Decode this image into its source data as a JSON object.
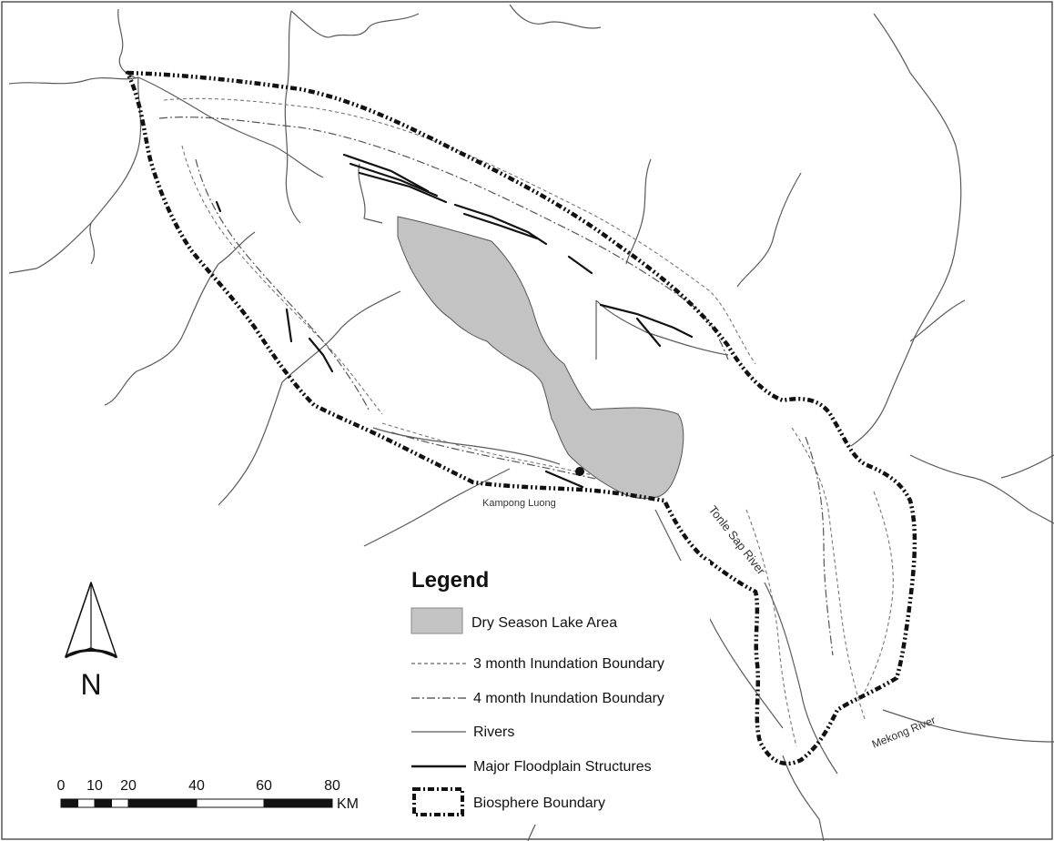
{
  "legend": {
    "title": "Legend",
    "items": [
      {
        "label": "Dry Season Lake Area",
        "symbol": "grey-fill"
      },
      {
        "label": "3 month Inundation Boundary",
        "symbol": "dotted-line"
      },
      {
        "label": "4 month Inundation Boundary",
        "symbol": "dash-dot-line"
      },
      {
        "label": "Rivers",
        "symbol": "thin-line"
      },
      {
        "label": "Major Floodplain Structures",
        "symbol": "thick-line"
      },
      {
        "label": "Biosphere Boundary",
        "symbol": "dash-dot-box"
      }
    ]
  },
  "place_labels": {
    "town": "Kampong Luong",
    "tonle_sap_river": "Tonle Sap River",
    "mekong_river": "Mekong River"
  },
  "north_arrow": {
    "label": "N"
  },
  "scale_bar": {
    "ticks": [
      "0",
      "10",
      "20",
      "40",
      "60",
      "80"
    ],
    "unit": "KM"
  },
  "colors": {
    "lake_fill": "#c3c3c3",
    "line": "#111111",
    "river": "#5a5a5a"
  }
}
